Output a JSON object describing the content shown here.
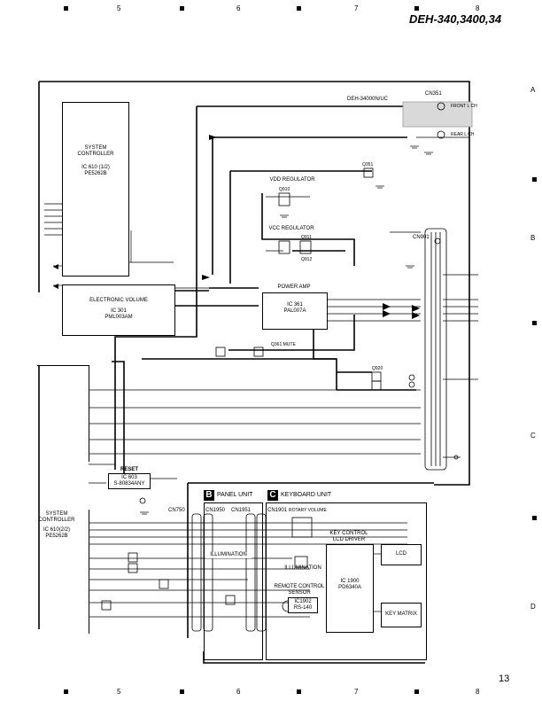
{
  "header": {
    "model": "DEH-340,3400,34"
  },
  "column_markers": [
    "5",
    "6",
    "7",
    "8"
  ],
  "row_markers": [
    "A",
    "B",
    "C",
    "D"
  ],
  "page_number": "13",
  "blocks": {
    "system_controller_1": {
      "title": "SYSTEM\nCONTROLLER",
      "ref": "IC 610 (1/2)",
      "part": "PE5262B"
    },
    "electronic_volume": {
      "title": "ELECTRONIC VOLUME",
      "ref": "IC 301",
      "part": "PML003AM"
    },
    "power_amp": {
      "title": "POWER AMP",
      "ref": "IC 361",
      "part": "PAL007A"
    },
    "vdd_regulator": {
      "title": "VDD REGULATOR"
    },
    "vcc_regulator": {
      "title": "VCC REGULATOR"
    },
    "reset": {
      "title": "RESET",
      "ref": "IC 603",
      "part": "S-80834ANY"
    },
    "system_controller_2": {
      "title": "SYSTEM\nCONTROLLER",
      "ref": "IC 610(2/2)",
      "part": "PE5262B"
    },
    "illumination_b": {
      "title": "ILLUMINATION"
    },
    "illumination_c": {
      "title": "ILLUMINATION"
    },
    "remote_sensor": {
      "title": "REMOTE CONTROL\nSENSOR",
      "ref": "IC1902",
      "part": "RS-140"
    },
    "key_control": {
      "title": "KEY CONTROL\nLCD DRIVER",
      "ref": "IC 1900",
      "part": "PD6340A"
    },
    "lcd": {
      "title": "LCD"
    },
    "key_matrix": {
      "title": "KEY MATRIX"
    }
  },
  "connectors": {
    "cn351": "CN351",
    "cn901": "CN901",
    "cn750": "CN750",
    "cn1950": "CN1950",
    "cn1951": "CN1951",
    "cn1901": "CN1901"
  },
  "units": {
    "b": {
      "letter": "B",
      "name": "PANEL UNIT"
    },
    "c": {
      "letter": "C",
      "keyboard": "KEYBOARD UNIT"
    }
  },
  "labels": {
    "variant": "DEH-34000N/UC",
    "front_lch": "FRONT L CH",
    "rear_lch": "REAR L CH",
    "q351": "Q351",
    "q361_mute": "Q361 MUTE",
    "rotary_volume": "ROTARY VOLUME",
    "q920": "Q920",
    "q910": "Q910",
    "q911": "Q911",
    "q912": "Q912"
  }
}
